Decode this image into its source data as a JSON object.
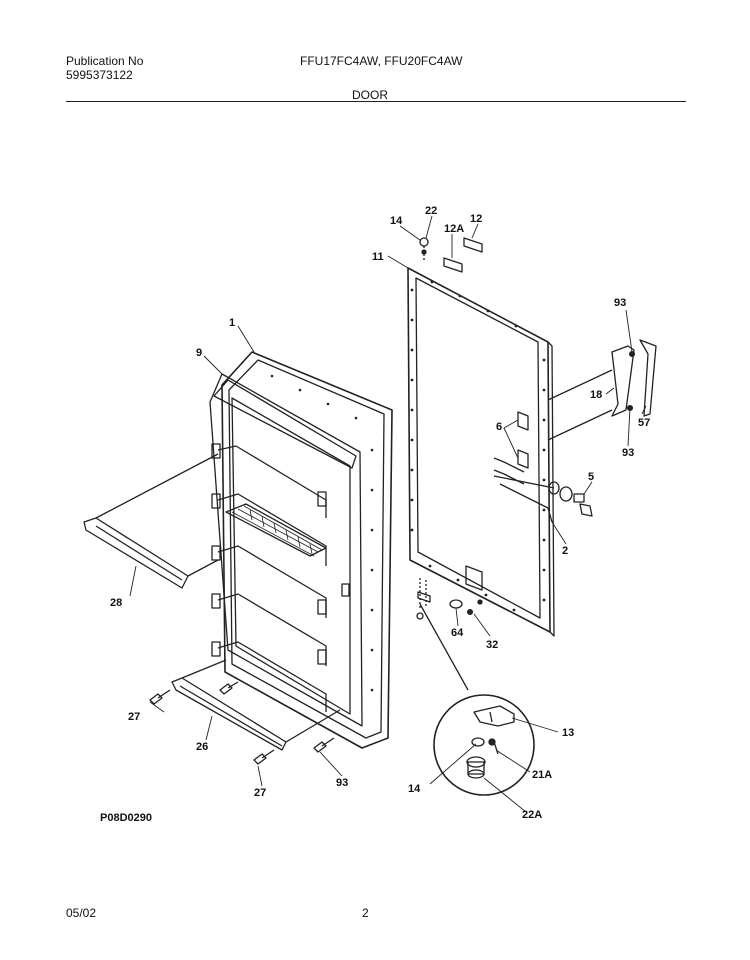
{
  "header": {
    "publication_label": "Publication No",
    "publication_number": "5995373122",
    "models": "FFU17FC4AW, FFU20FC4AW",
    "section": "DOOR"
  },
  "diagram": {
    "figure_code": "P08D0290",
    "callouts": {
      "c1": "1",
      "c2": "2",
      "c5": "5",
      "c6": "6",
      "c9": "9",
      "c11": "11",
      "c12": "12",
      "c12a": "12A",
      "c13": "13",
      "c14_top": "14",
      "c14_detail": "14",
      "c18": "18",
      "c21a": "21A",
      "c22_top": "22",
      "c22a": "22A",
      "c26": "26",
      "c27_left": "27",
      "c27_bottom": "27",
      "c28": "28",
      "c32": "32",
      "c57": "57",
      "c64": "64",
      "c93_top": "93",
      "c93_mid": "93",
      "c93_bottom": "93"
    }
  },
  "footer": {
    "date": "05/02",
    "page": "2"
  }
}
